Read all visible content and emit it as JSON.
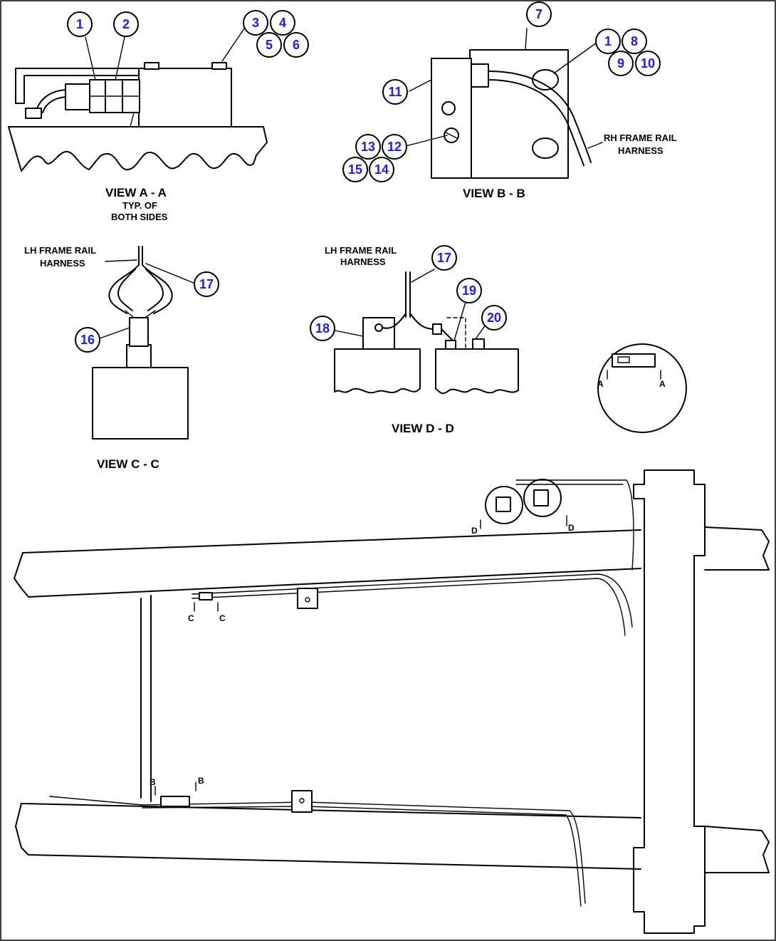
{
  "views": {
    "a": {
      "title": "VIEW  A - A",
      "note_line1": "TYP. OF",
      "note_line2": "BOTH SIDES"
    },
    "b": {
      "title": "VIEW  B - B",
      "harness_line1": "RH FRAME RAIL",
      "harness_line2": "HARNESS"
    },
    "c": {
      "title": "VIEW  C - C",
      "harness_line1": "LH FRAME RAIL",
      "harness_line2": "HARNESS"
    },
    "d": {
      "title": "VIEW  D - D",
      "harness_line1": "LH FRAME RAIL",
      "harness_line2": "HARNESS"
    }
  },
  "section_marks": {
    "a": "A",
    "b": "B",
    "c": "C",
    "d": "D"
  },
  "callouts": {
    "va_1": "1",
    "va_2": "2",
    "va_3": "3",
    "va_4": "4",
    "va_5": "5",
    "va_6": "6",
    "vb_7": "7",
    "vb_1": "1",
    "vb_8": "8",
    "vb_9": "9",
    "vb_10": "10",
    "vb_11": "11",
    "vb_12": "12",
    "vb_13": "13",
    "vb_14": "14",
    "vb_15": "15",
    "vc_16": "16",
    "vc_17": "17",
    "vd_17": "17",
    "vd_18": "18",
    "vd_19": "19",
    "vd_20": "20"
  },
  "colors": {
    "callout_text": "#1a1aff",
    "line": "#000000",
    "background": "#ffffff"
  }
}
